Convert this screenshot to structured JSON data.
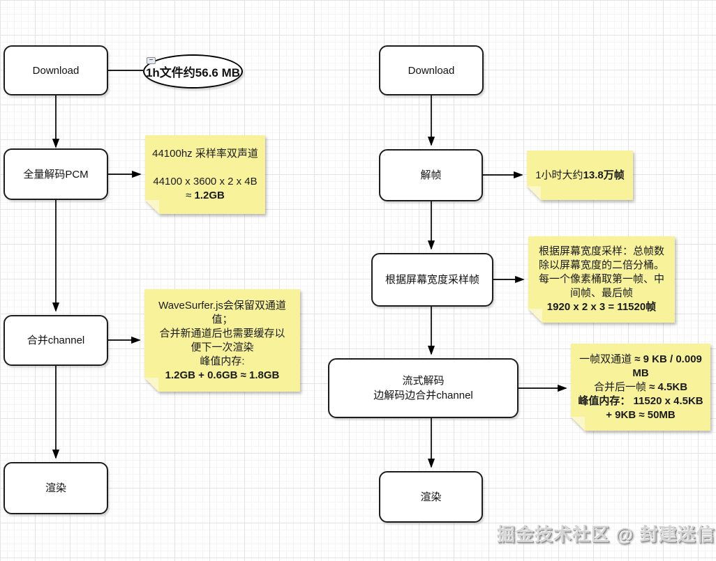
{
  "colors": {
    "note_fill": "#F8F39B",
    "note_fold": "#FBF7C8",
    "node_border": "#1c1c1c",
    "arrow": "#000000",
    "watermark_gray": "#8a8a8a"
  },
  "icons": {
    "collapse_glyph": "−"
  },
  "watermark": {
    "text": "掘金技术社区 @ 封建迷信"
  },
  "left_flow": {
    "download_label": "Download",
    "ellipse_label": "1h文件约56.6 MB",
    "decode_label": "全量解码PCM",
    "merge_label": "合并channel",
    "render_label": "渲染",
    "note_pcm": {
      "line1": "44100hz 采样率双声道",
      "line2": "44100 x 3600 x 2 x 4B",
      "line3_prefix": "≈ ",
      "line3_bold": "1.2GB"
    },
    "note_merge": {
      "line1": "WaveSurfer.js会保留双通道值；",
      "line2": "合并新通道后也需要缓存以便下一次渲染",
      "line3": "峰值内存:",
      "line4_bold": "1.2GB + 0.6GB ≈ 1.8GB"
    }
  },
  "right_flow": {
    "download_label": "Download",
    "deframe_label": "解帧",
    "sample_label": "根据屏幕宽度采样帧",
    "stream_label_line1": "流式解码",
    "stream_label_line2": "边解码边合并channel",
    "render_label": "渲染",
    "note_frames": {
      "prefix": "1小时大约",
      "bold": "13.8万帧"
    },
    "note_sample": {
      "line1": "根据屏幕宽度采样：总帧数除以屏幕宽度的二倍分桶。每一个像素桶取第一帧、中间帧、最后帧",
      "line2_bold": "1920 x 2 x 3 = 11520帧"
    },
    "note_stream": {
      "line1_prefix": "一帧双通道 ",
      "line1_bold": "≈ 9 KB / 0.009 MB",
      "line2_prefix": "合并后一帧 ",
      "line2_bold": "≈ 4.5KB",
      "line3_label": "峰值内存：",
      "line3_bold": "11520 x 4.5KB + 9KB ≈ 50MB"
    }
  }
}
